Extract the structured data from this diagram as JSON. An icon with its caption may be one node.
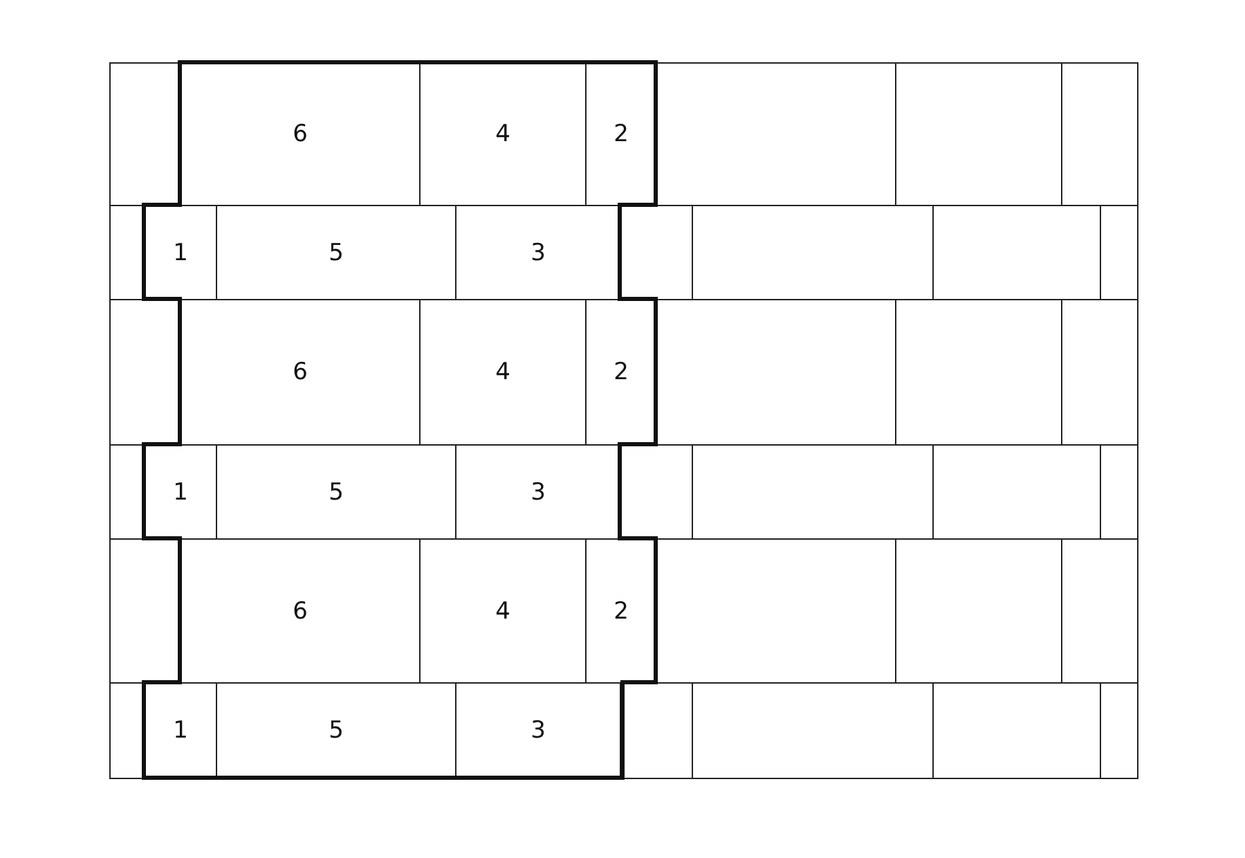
{
  "diagram": {
    "nodes": [
      {
        "text": [
          "6"
        ]
      },
      {
        "text": [
          "4"
        ]
      },
      {
        "text": [
          "2"
        ]
      },
      {
        "text": [
          "1"
        ]
      },
      {
        "text": [
          "5"
        ]
      },
      {
        "text": [
          "3"
        ]
      },
      {
        "text": [
          "6"
        ]
      },
      {
        "text": [
          "4"
        ]
      },
      {
        "text": [
          "2"
        ]
      },
      {
        "text": [
          "1"
        ]
      },
      {
        "text": [
          "5"
        ]
      },
      {
        "text": [
          "3"
        ]
      },
      {
        "text": [
          "6"
        ]
      },
      {
        "text": [
          "4"
        ]
      },
      {
        "text": [
          "2"
        ]
      },
      {
        "text": [
          "1"
        ]
      },
      {
        "text": [
          "5"
        ]
      },
      {
        "text": [
          "3"
        ]
      }
    ]
  }
}
